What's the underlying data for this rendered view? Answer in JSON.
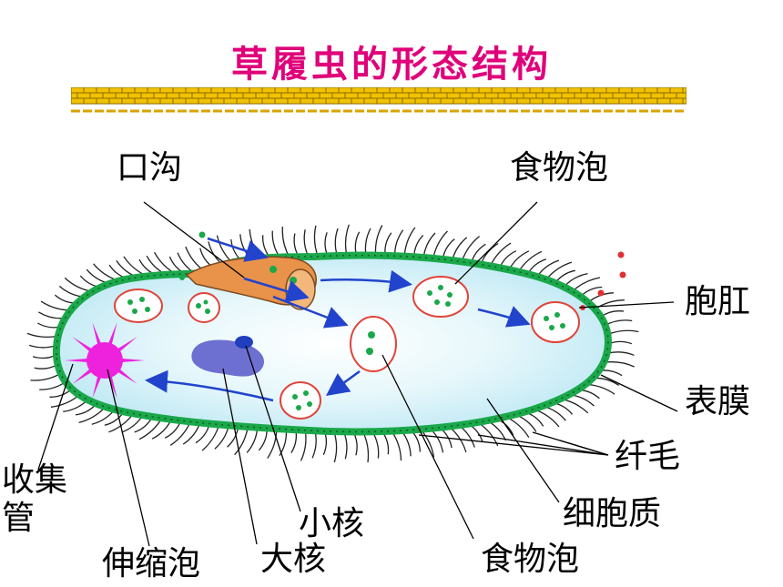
{
  "title": "草履虫的形态结构",
  "labels": {
    "oral_groove": "口沟",
    "food_vacuole_top": "食物泡",
    "anal_pore": "胞肛",
    "pellicle": "表膜",
    "cilia": "纤毛",
    "cytoplasm": "细胞质",
    "food_vacuole_bottom": "食物泡",
    "macronucleus": "大核",
    "micronucleus": "小核",
    "contractile_vacuole": "伸缩泡",
    "collecting_canal_line1": "收集",
    "collecting_canal_line2": "管"
  },
  "colors": {
    "title": "#e0007a",
    "cell_fill": "#c9eef8",
    "membrane": "#1aa84a",
    "oral_groove": "#e9924a",
    "food_vacuole_border": "#e0443a",
    "food_particle": "#1aa84a",
    "contractile_vacuole": "#ee22dd",
    "macronucleus": "#6d6fd1",
    "micronucleus": "#1f3fbf",
    "flow_arrow": "#2244cc",
    "excreted_particle": "#e03030",
    "divider_brick": "#d9a300"
  }
}
